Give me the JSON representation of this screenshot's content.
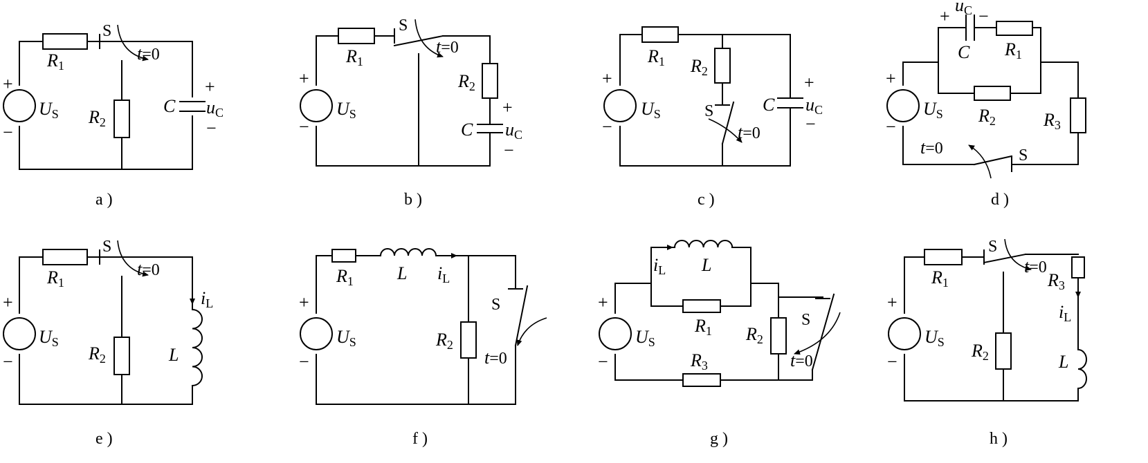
{
  "circuits": [
    {
      "id": "a",
      "caption": "a )",
      "labels": {
        "R1": "R",
        "R1sub": "1",
        "R2": "R",
        "R2sub": "2",
        "US": "U",
        "USsub": "S",
        "S": "S",
        "t": "t",
        "teq": "=0",
        "C": "C",
        "uC": "u",
        "uCsub": "C",
        "plus": "+",
        "minus": "−"
      }
    },
    {
      "id": "b",
      "caption": "b )",
      "labels": {
        "R1": "R",
        "R1sub": "1",
        "R2": "R",
        "R2sub": "2",
        "US": "U",
        "USsub": "S",
        "S": "S",
        "t": "t",
        "teq": "=0",
        "C": "C",
        "uC": "u",
        "uCsub": "C",
        "plus": "+",
        "minus": "−"
      }
    },
    {
      "id": "c",
      "caption": "c )",
      "labels": {
        "R1": "R",
        "R1sub": "1",
        "R2": "R",
        "R2sub": "2",
        "US": "U",
        "USsub": "S",
        "S": "S",
        "t": "t",
        "teq": "=0",
        "C": "C",
        "uC": "u",
        "uCsub": "C",
        "plus": "+",
        "minus": "−"
      }
    },
    {
      "id": "d",
      "caption": "d )",
      "labels": {
        "R1": "R",
        "R1sub": "1",
        "R2": "R",
        "R2sub": "2",
        "R3": "R",
        "R3sub": "3",
        "US": "U",
        "USsub": "S",
        "S": "S",
        "t": "t",
        "teq": "=0",
        "C": "C",
        "uC": "u",
        "uCsub": "C",
        "plus": "+",
        "minus": "−"
      }
    },
    {
      "id": "e",
      "caption": "e )",
      "labels": {
        "R1": "R",
        "R1sub": "1",
        "R2": "R",
        "R2sub": "2",
        "US": "U",
        "USsub": "S",
        "S": "S",
        "t": "t",
        "teq": "=0",
        "L": "L",
        "iL": "i",
        "iLsub": "L",
        "plus": "+",
        "minus": "−"
      }
    },
    {
      "id": "f",
      "caption": "f )",
      "labels": {
        "R1": "R",
        "R1sub": "1",
        "R2": "R",
        "R2sub": "2",
        "US": "U",
        "USsub": "S",
        "S": "S",
        "t": "t",
        "teq": "=0",
        "L": "L",
        "iL": "i",
        "iLsub": "L",
        "plus": "+",
        "minus": "−"
      }
    },
    {
      "id": "g",
      "caption": "g )",
      "labels": {
        "R1": "R",
        "R1sub": "1",
        "R2": "R",
        "R2sub": "2",
        "R3": "R",
        "R3sub": "3",
        "US": "U",
        "USsub": "S",
        "S": "S",
        "t": "t",
        "teq": "=0",
        "L": "L",
        "iL": "i",
        "iLsub": "L",
        "plus": "+",
        "minus": "−"
      }
    },
    {
      "id": "h",
      "caption": "h )",
      "labels": {
        "R1": "R",
        "R1sub": "1",
        "R2": "R",
        "R2sub": "2",
        "R3": "R",
        "R3sub": "3",
        "US": "U",
        "USsub": "S",
        "S": "S",
        "t": "t",
        "teq": "=0",
        "L": "L",
        "iL": "i",
        "iLsub": "L",
        "plus": "+",
        "minus": "−"
      }
    }
  ]
}
